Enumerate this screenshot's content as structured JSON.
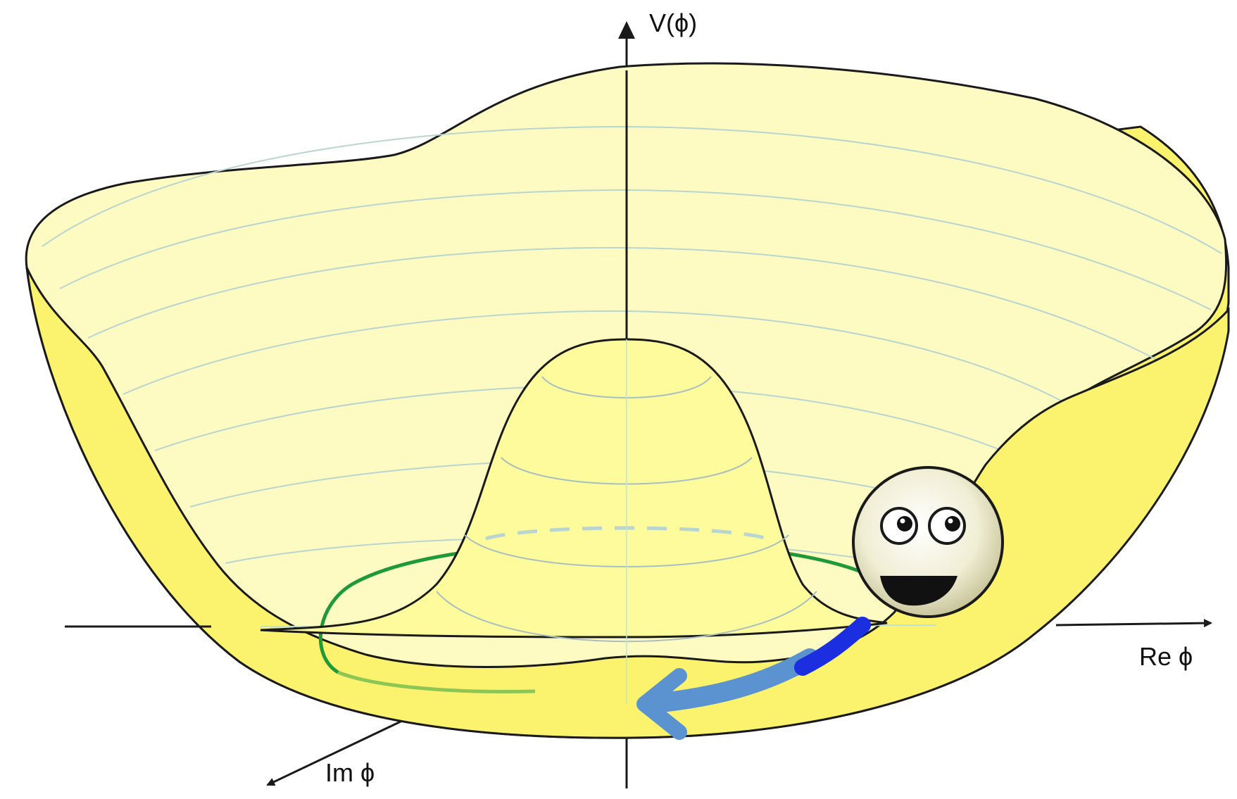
{
  "diagram": {
    "axes": {
      "vertical_label": "V(ϕ)",
      "real_label": "Re ϕ",
      "imaginary_label": "Im ϕ"
    },
    "colors": {
      "surface_inner": "#fdfbc0",
      "surface_outer": "#fbf36e",
      "contour": "#b9d5cf",
      "minimum_ring": "#1f9a3a",
      "arrow_light": "#5b92d0",
      "arrow_dark": "#1b2fe0",
      "ball_face": "#e6e2b8",
      "outline": "#1a1a1a"
    },
    "icons": [
      "smiley-ball-icon",
      "rolling-arrow-icon"
    ]
  }
}
